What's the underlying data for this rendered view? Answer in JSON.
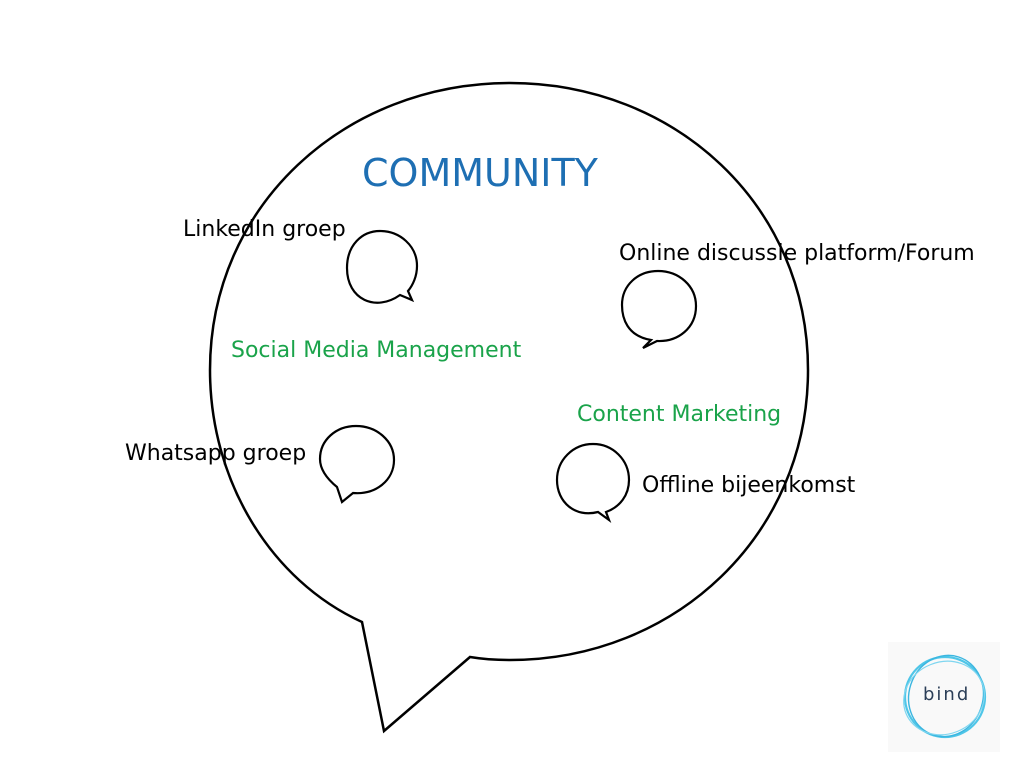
{
  "diagram": {
    "title": "COMMUNITY",
    "items": [
      {
        "id": "linkedin",
        "label": "LinkedIn groep"
      },
      {
        "id": "forum",
        "label": "Online discussie platform/Forum"
      },
      {
        "id": "whatsapp",
        "label": "Whatsapp groep"
      },
      {
        "id": "offline",
        "label": "Offline bijeenkomst"
      }
    ],
    "themes": [
      {
        "id": "smm",
        "label": "Social Media Management"
      },
      {
        "id": "content",
        "label": "Content Marketing"
      }
    ]
  },
  "logo": {
    "text": "bind"
  },
  "colors": {
    "title": "#1e6fb3",
    "theme": "#1aa34a",
    "outline": "#000000",
    "logo_ring": "#4fc6e8"
  }
}
